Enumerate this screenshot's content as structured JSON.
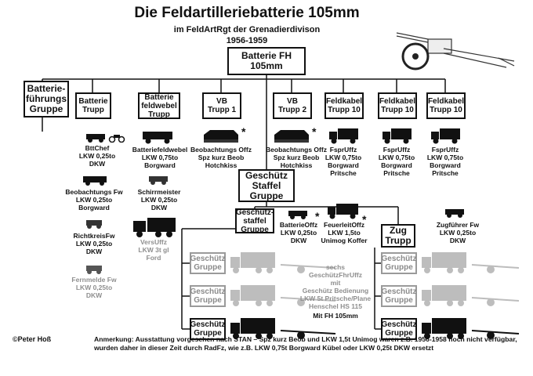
{
  "header": {
    "title": "Die Feldartilleriebatterie 105mm",
    "subtitle": "im FeldArtRgt der Grenadierdivison",
    "years": "1956-1959"
  },
  "boxes": {
    "root": "Batterie FH\n105mm",
    "fuehrung": "Batterie-\nführungs\nGruppe",
    "bttrupp": "Batterie\nTrupp",
    "feldwebel": "Batterie\nfeldwebel\nTrupp",
    "vb1": "VB\nTrupp 1",
    "vb2": "VB\nTrupp 2",
    "fk1": "Feldkabel\nTrupp 10",
    "fk2": "Feldkabel\nTrupp 10",
    "fk3": "Feldkabel\nTrupp 10",
    "staffel": "Geschütz\nStaffel\nGruppe",
    "staffelgr": "Geschütz-\nstaffel\nGruppe",
    "zug": "Zug\nTrupp",
    "gesch": "Geschütz\nGruppe"
  },
  "labels": {
    "btchef": "BttChef\nLKW 0,25to\nDKW",
    "beobfw": "Beobachtungs Fw\nLKW 0,25to\nBorgward",
    "richtkreis": "RichtkreisFw\nLKW 0,25to\nDKW",
    "fernmelde": "Fernmelde Fw\nLKW 0,25to\nDKW",
    "bttfeldwebel": "Batteriefeldwebel\nLKW 0,75to\nBorgward",
    "schirrmeister": "Schirrmeister\nLKW 0,25to\nDKW",
    "versuffz": "VersUffz\nLKW 3t gl\nFord",
    "beob1": "Beobachtungs Offz\nSpz kurz Beob\nHotchkiss",
    "beob2": "Beobachtungs Offz\nSpz kurz Beob\nHotchkiss",
    "fspr": "FsprUffz\nLKW 0,75to\nBorgward\nPritsche",
    "bttoffz": "BatterieOffz\nLKW 0,25to\nDKW",
    "feuerleit": "FeuerleitOffz\nLKW 1,5to\nUnimog Koffer",
    "zugfuehrer": "Zugführer Fw\nLKW 0,25to\nDKW",
    "sechs": "sechs\nGeschützFhrUffz\nmit\nGeschütz Bedienung\nLKW 5t Pritsche/Plane\nHenschel HS 115",
    "mitfh": "Mit FH 105mm"
  },
  "star": "*",
  "copyright": "©Peter Hoß",
  "note": "Anmerkung: Ausstattung vorgesehen nach STAN – Spz kurz Beob und LKW 1,5t Unimog waren z.B. 1956-1958 noch nicht verfügbar, wurden daher in dieser Zeit durch RadFz, wie z.B. LKW 0,75t Borgward Kübel oder LKW 0,25t DKW ersetzt",
  "colors": {
    "line": "#111111",
    "grey": "#9a9a9a"
  },
  "icons": [
    "howitzer-icon",
    "jeep-icon",
    "truck-icon",
    "apc-icon",
    "motorcycle-icon"
  ]
}
